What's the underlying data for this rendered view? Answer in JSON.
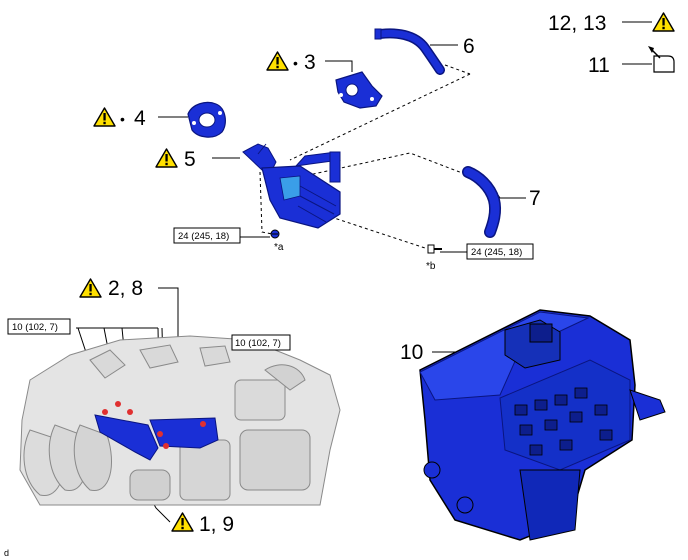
{
  "callouts": {
    "c12_13": "12, 13",
    "c11": "11",
    "c6": "6",
    "c3": "3",
    "c4": "4",
    "c5": "5",
    "c7": "7",
    "c2_8": "2, 8",
    "c10": "10",
    "c1_9": "1, 9"
  },
  "bullets": {
    "b3": "•",
    "b4": "•"
  },
  "torque": {
    "t_a": "24 (245, 18)",
    "t_b": "24 (245, 18)",
    "t_left": "10 (102, 7)",
    "t_right": "10 (102, 7)"
  },
  "notes": {
    "a": "*a",
    "b": "*b"
  },
  "corner_mark": "d",
  "colors": {
    "part_blue": "#1a2fd6",
    "part_dark": "#0a1580",
    "warning_yellow": "#ffe000",
    "engine_gray": "#e4e4e4",
    "engine_outline": "#8a8a8a"
  },
  "icons": [
    "warning-icon",
    "seal-sticker-icon"
  ]
}
